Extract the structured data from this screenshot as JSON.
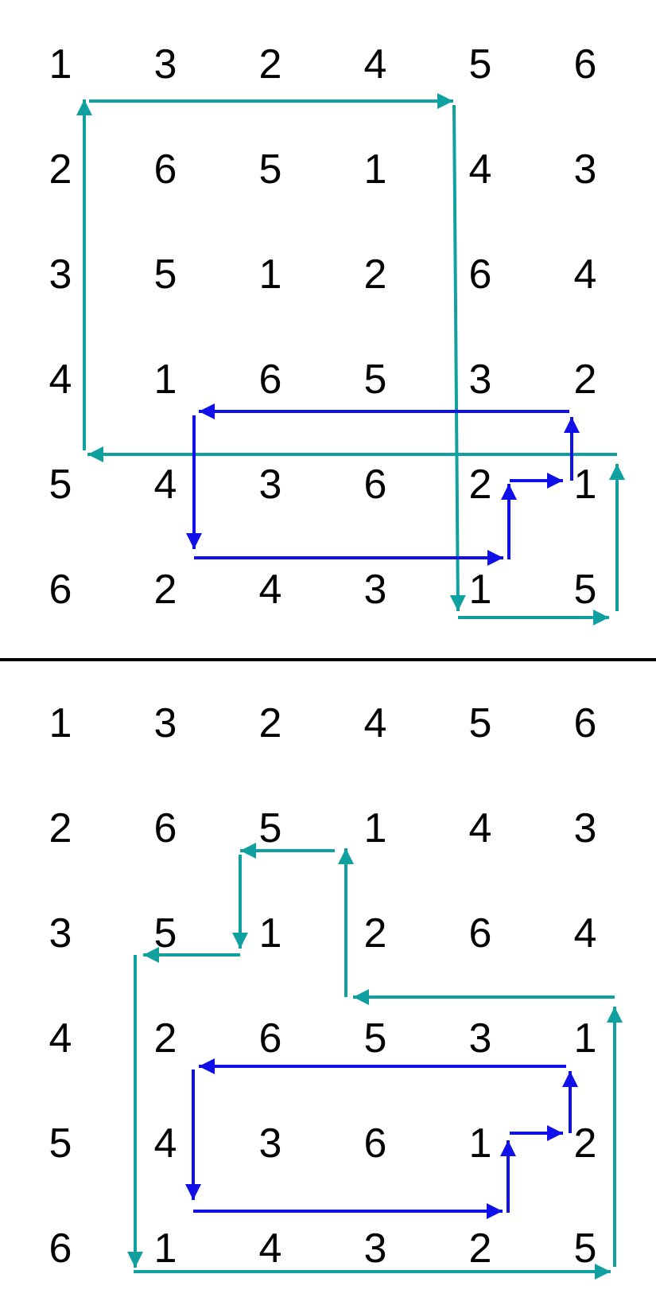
{
  "top_grid": [
    [
      "1",
      "3",
      "2",
      "4",
      "5",
      "6"
    ],
    [
      "2",
      "6",
      "5",
      "1",
      "4",
      "3"
    ],
    [
      "3",
      "5",
      "1",
      "2",
      "6",
      "4"
    ],
    [
      "4",
      "1",
      "6",
      "5",
      "3",
      "2"
    ],
    [
      "5",
      "4",
      "3",
      "6",
      "2",
      "1"
    ],
    [
      "6",
      "2",
      "4",
      "3",
      "1",
      "5"
    ]
  ],
  "bottom_grid": [
    [
      "1",
      "3",
      "2",
      "4",
      "5",
      "6"
    ],
    [
      "2",
      "6",
      "5",
      "1",
      "4",
      "3"
    ],
    [
      "3",
      "5",
      "1",
      "2",
      "6",
      "4"
    ],
    [
      "4",
      "2",
      "6",
      "5",
      "3",
      "1"
    ],
    [
      "5",
      "4",
      "3",
      "6",
      "1",
      "2"
    ],
    [
      "6",
      "1",
      "4",
      "3",
      "2",
      "5"
    ]
  ],
  "colors": {
    "teal_path": "#10A0A0",
    "blue_path": "#1010E8",
    "divider": "#000000",
    "text": "#000000"
  }
}
